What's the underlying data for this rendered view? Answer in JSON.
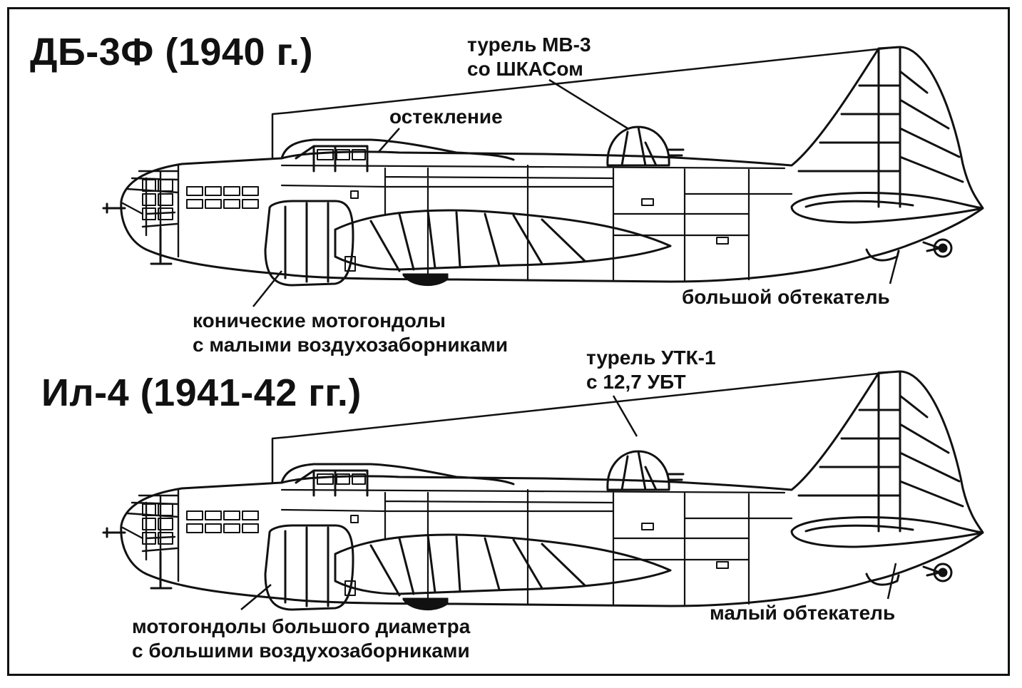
{
  "top": {
    "title": "ДБ-3Ф (1940 г.)",
    "turret_line1": "турель МВ-3",
    "turret_line2": "со ШКАСом",
    "glazing": "остекление",
    "fairing": "большой обтекатель",
    "nacelles_line1": "конические мотогондолы",
    "nacelles_line2": "с малыми воздухозаборниками"
  },
  "bottom": {
    "title": "Ил-4 (1941-42 гг.)",
    "turret_line1": "турель УТК-1",
    "turret_line2": "с 12,7 УБТ",
    "fairing": "малый обтекатель",
    "nacelles_line1": "мотогондолы большого диаметра",
    "nacelles_line2": "с большими воздухозаборниками"
  },
  "colors": {
    "ink": "#111111",
    "paper": "#ffffff"
  }
}
